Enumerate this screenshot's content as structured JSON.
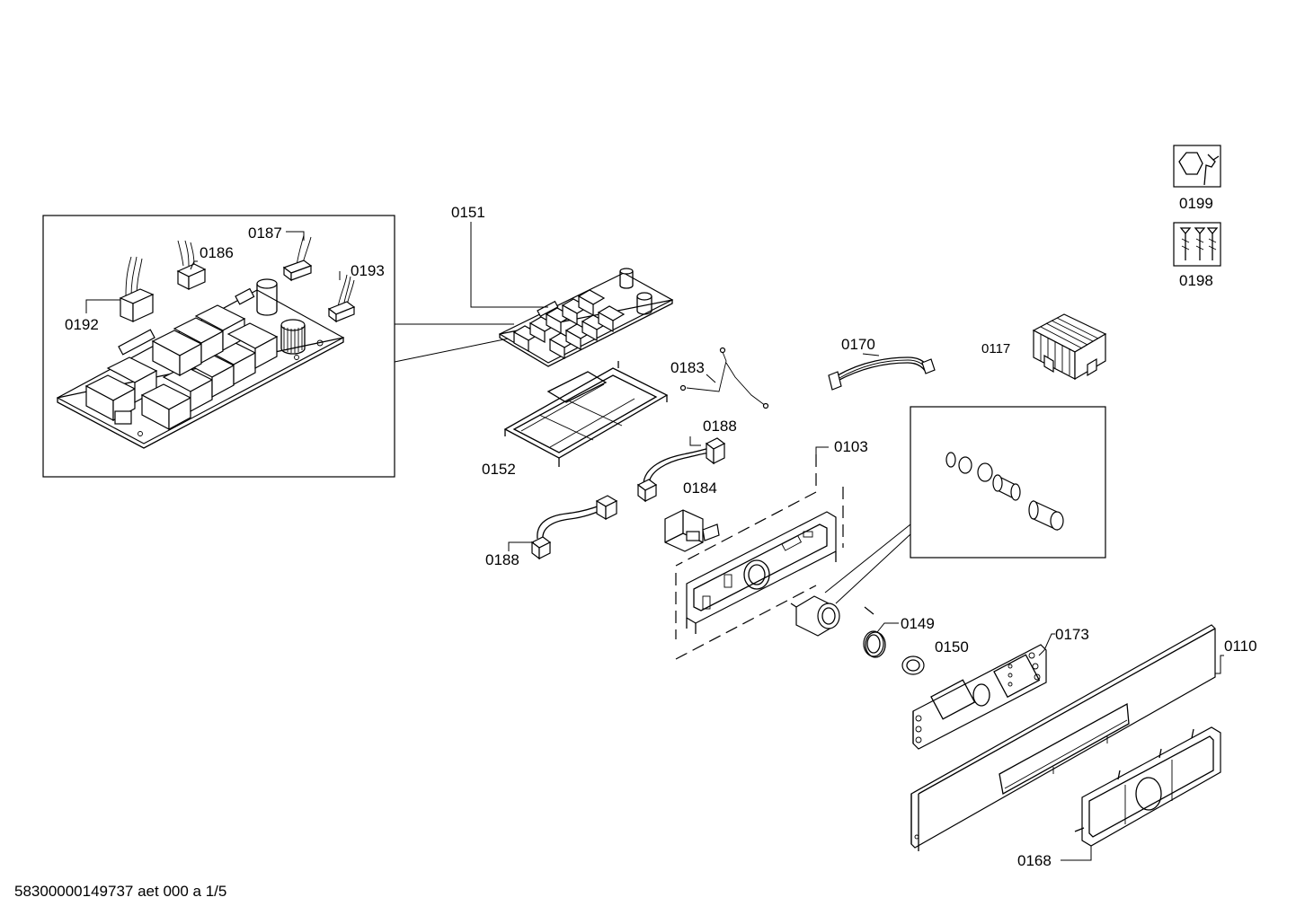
{
  "labels": {
    "l0151": "0151",
    "l0187": "0187",
    "l0186": "0186",
    "l0193": "0193",
    "l0192": "0192",
    "l0199": "0199",
    "l0198": "0198",
    "l0170": "0170",
    "l0117": "0117",
    "l0183": "0183",
    "l0188a": "0188",
    "l0152": "0152",
    "l0184": "0184",
    "l0103": "0103",
    "l0188b": "0188",
    "l0149": "0149",
    "l0150": "0150",
    "l0173": "0173",
    "l0110": "0110",
    "l0168": "0168"
  },
  "footer": "58300000149737 aet 000 a 1/5",
  "icons": {
    "tool": "wrench-icon",
    "screws": "screws-icon"
  }
}
